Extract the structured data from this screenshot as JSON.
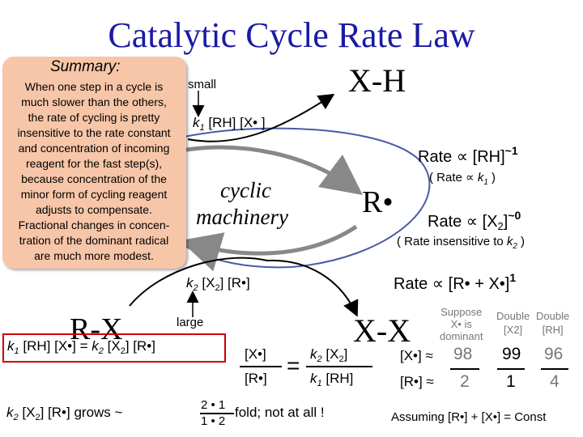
{
  "title": "Catalytic Cycle Rate Law",
  "summary": {
    "heading": "Summary:",
    "lines": [
      "When one step in a cycle is",
      "much slower than the others,",
      "the rate of cycling is pretty",
      "insensitive to the rate constant",
      "and concentration of incoming",
      "reagent for the fast step(s),",
      "because concentration of the",
      "minor form of cycling reagent",
      "adjusts to compensate.",
      "Fractional changes in concen-",
      "tration of the dominant radical",
      "are much more modest."
    ]
  },
  "cycle": {
    "small_label": "small",
    "large_label": "large",
    "center_line1": "cyclic",
    "center_line2": "machinery",
    "radical": "R•",
    "product_top": "X-H",
    "reagent_bottom_left": "R-X",
    "product_bottom_right": "X-X",
    "step1": {
      "k": "k",
      "k_sub": "1",
      "rest": " [RH] [X• ]"
    },
    "step2": {
      "k": "k",
      "k_sub": "2",
      "rest1": " [X",
      "x_sub": "2",
      "rest2": "] [R•]"
    }
  },
  "rates": {
    "rate1": {
      "text": "Rate ∝ [RH]",
      "exp": "~1"
    },
    "rate1_note": {
      "pre": "( Rate ∝ ",
      "k": "k",
      "k_sub": "1",
      "post": " )"
    },
    "rate2": {
      "pre": "Rate ∝ [X",
      "sub": "2",
      "post": "]",
      "exp": "~0"
    },
    "rate2_note": {
      "pre": "( Rate insensitive to ",
      "k": "k",
      "k_sub": "2",
      "post": " )"
    },
    "rate3": {
      "text": "Rate ∝ [R• + X•]",
      "exp": "1"
    }
  },
  "steady_state": {
    "left": {
      "k": "k",
      "sub": "1",
      "rest": " [RH] [X•]"
    },
    "equals": "=",
    "right": {
      "k": "k",
      "sub": "2",
      "rest1": " [X",
      "x_sub": "2",
      "rest2": "] [R•]"
    },
    "ratio_num": "[X•]",
    "ratio_den": "[R•]",
    "ratio_eq": "=",
    "rhs_num": {
      "k": "k",
      "sub": "2",
      "rest1": " [X",
      "x_sub": "2",
      "rest2": "]"
    },
    "rhs_den": {
      "k": "k",
      "sub": "1",
      "rest": " [RH]"
    },
    "grows": {
      "pre": "k",
      "sub": "2",
      "mid": " [X",
      "x_sub": "2",
      "post": "] [R•] grows ~",
      "num": "2 • 1",
      "den": "1 • 2",
      "tail": " fold; not at all !"
    }
  },
  "table": {
    "col_headers": [
      {
        "lines": [
          "Suppose",
          "X• is",
          "dominant"
        ]
      },
      {
        "lines": [
          "Double",
          "[X2]"
        ]
      },
      {
        "lines": [
          "Double",
          "[RH]"
        ]
      }
    ],
    "row1_label": "[X•] ≈",
    "row2_label": "[R•] ≈",
    "row1_values": [
      "98",
      "99",
      "96"
    ],
    "row2_values": [
      "2",
      "1",
      "4"
    ],
    "footnote": "Assuming [R•] + [X•] = Const"
  }
}
